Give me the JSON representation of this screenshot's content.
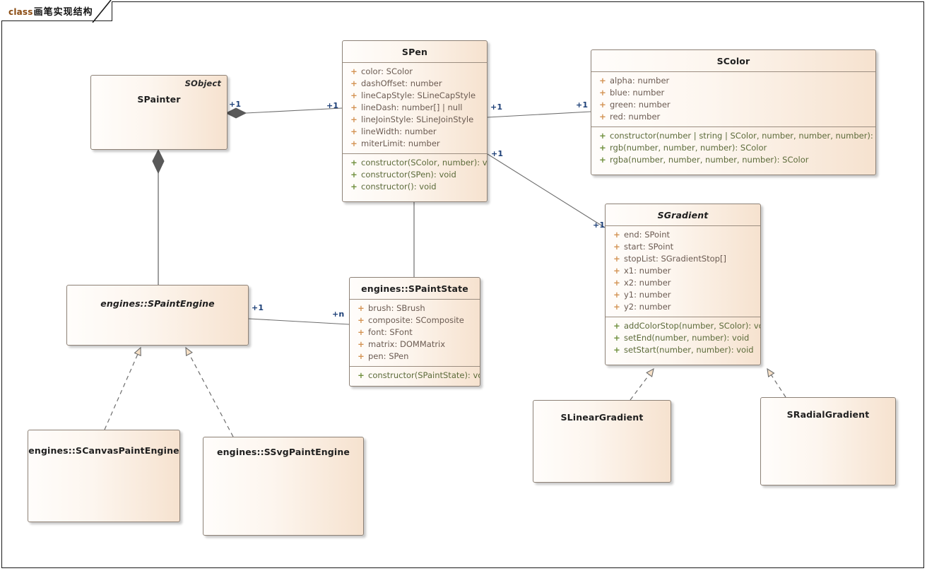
{
  "diagram": {
    "tab_keyword": "class",
    "tab_name": "画笔实现结构",
    "kind": "uml-class-diagram"
  },
  "colors": {
    "node_border": "#8d8176",
    "node_fill_light": "#fffdfb",
    "node_fill_dark": "#f6e2cf",
    "attribute_text": "#6b5b52",
    "attribute_visibility": "#d39252",
    "method_text": "#5c6b3a",
    "method_visibility": "#6f8f3c",
    "edge": "#6d6d6d",
    "multiplicity_text": "#1c3f77",
    "frame_border": "#1a1a1a",
    "tab_keyword": "#8a4b12"
  },
  "classes": {
    "spainter": {
      "name": "SPainter",
      "stereotype": "SObject",
      "abstract": false,
      "attributes": [],
      "methods": []
    },
    "spen": {
      "name": "SPen",
      "abstract": false,
      "attributes": [
        {
          "vis": "+",
          "text": "color: SColor"
        },
        {
          "vis": "+",
          "text": "dashOffset: number"
        },
        {
          "vis": "+",
          "text": "lineCapStyle: SLineCapStyle"
        },
        {
          "vis": "+",
          "text": "lineDash: number[] | null"
        },
        {
          "vis": "+",
          "text": "lineJoinStyle: SLineJoinStyle"
        },
        {
          "vis": "+",
          "text": "lineWidth: number"
        },
        {
          "vis": "+",
          "text": "miterLimit: number"
        }
      ],
      "methods": [
        {
          "vis": "+",
          "text": "constructor(SColor, number): void"
        },
        {
          "vis": "+",
          "text": "constructor(SPen): void"
        },
        {
          "vis": "+",
          "text": "constructor(): void"
        }
      ]
    },
    "scolor": {
      "name": "SColor",
      "abstract": false,
      "attributes": [
        {
          "vis": "+",
          "text": "alpha: number"
        },
        {
          "vis": "+",
          "text": "blue: number"
        },
        {
          "vis": "+",
          "text": "green: number"
        },
        {
          "vis": "+",
          "text": "red: number"
        }
      ],
      "methods": [
        {
          "vis": "+",
          "text": "constructor(number | string | SColor, number, number, number): void"
        },
        {
          "vis": "+",
          "text": "rgb(number, number, number): SColor"
        },
        {
          "vis": "+",
          "text": "rgba(number, number, number, number): SColor"
        }
      ]
    },
    "sgradient": {
      "name": "SGradient",
      "abstract": true,
      "attributes": [
        {
          "vis": "+",
          "text": "end: SPoint"
        },
        {
          "vis": "+",
          "text": "start: SPoint"
        },
        {
          "vis": "+",
          "text": "stopList: SGradientStop[]"
        },
        {
          "vis": "+",
          "text": "x1: number"
        },
        {
          "vis": "+",
          "text": "x2: number"
        },
        {
          "vis": "+",
          "text": "y1: number"
        },
        {
          "vis": "+",
          "text": "y2: number"
        }
      ],
      "methods": [
        {
          "vis": "+",
          "text": "addColorStop(number, SColor): void"
        },
        {
          "vis": "+",
          "text": "setEnd(number, number): void"
        },
        {
          "vis": "+",
          "text": "setStart(number, number): void"
        }
      ]
    },
    "spaintengine": {
      "name": "engines::SPaintEngine",
      "abstract": true,
      "attributes": [],
      "methods": []
    },
    "spaintstate": {
      "name": "engines::SPaintState",
      "abstract": false,
      "attributes": [
        {
          "vis": "+",
          "text": "brush: SBrush"
        },
        {
          "vis": "+",
          "text": "composite: SComposite"
        },
        {
          "vis": "+",
          "text": "font: SFont"
        },
        {
          "vis": "+",
          "text": "matrix: DOMMatrix"
        },
        {
          "vis": "+",
          "text": "pen: SPen"
        }
      ],
      "methods": [
        {
          "vis": "+",
          "text": "constructor(SPaintState): void"
        }
      ]
    },
    "scanvaspaintengine": {
      "name": "engines::SCanvasPaintEngine",
      "abstract": false,
      "attributes": [],
      "methods": []
    },
    "ssvgpaintengine": {
      "name": "engines::SSvgPaintEngine",
      "abstract": false,
      "attributes": [],
      "methods": []
    },
    "slineargradient": {
      "name": "SLinearGradient",
      "abstract": false,
      "attributes": [],
      "methods": []
    },
    "sradialgradient": {
      "name": "SRadialGradient",
      "abstract": false,
      "attributes": [],
      "methods": []
    }
  },
  "relations": [
    {
      "id": "painter-pen",
      "type": "composition",
      "from": "SPainter",
      "to": "SPen",
      "from_mult": "+1",
      "to_mult": "+1"
    },
    {
      "id": "pen-color",
      "type": "association",
      "from": "SPen",
      "to": "SColor",
      "from_mult": "+1",
      "to_mult": "+1"
    },
    {
      "id": "pen-gradient",
      "type": "association",
      "from": "SPen",
      "to": "SGradient",
      "from_mult": "+1",
      "to_mult": "+1"
    },
    {
      "id": "painter-engine",
      "type": "composition",
      "from": "SPainter",
      "to": "engines::SPaintEngine",
      "from_mult": "",
      "to_mult": ""
    },
    {
      "id": "engine-state",
      "type": "association",
      "from": "engines::SPaintEngine",
      "to": "engines::SPaintState",
      "from_mult": "+1",
      "to_mult": "+n"
    },
    {
      "id": "pen-state",
      "type": "association",
      "from": "SPen",
      "to": "engines::SPaintState",
      "from_mult": "",
      "to_mult": ""
    },
    {
      "id": "canvas-engine",
      "type": "realization",
      "from": "engines::SCanvasPaintEngine",
      "to": "engines::SPaintEngine",
      "from_mult": "",
      "to_mult": ""
    },
    {
      "id": "svg-engine",
      "type": "realization",
      "from": "engines::SSvgPaintEngine",
      "to": "engines::SPaintEngine",
      "from_mult": "",
      "to_mult": ""
    },
    {
      "id": "linear-gradient",
      "type": "realization",
      "from": "SLinearGradient",
      "to": "SGradient",
      "from_mult": "",
      "to_mult": ""
    },
    {
      "id": "radial-gradient",
      "type": "realization",
      "from": "SRadialGradient",
      "to": "SGradient",
      "from_mult": "",
      "to_mult": ""
    }
  ],
  "multiplicity_labels": {
    "painter_pen_left": "+1",
    "painter_pen_right": "+1",
    "pen_color_left": "+1",
    "pen_color_right": "+1",
    "pen_gradient_left": "+1",
    "pen_gradient_right": "+1",
    "engine_state_left": "+1",
    "engine_state_right": "+n"
  }
}
